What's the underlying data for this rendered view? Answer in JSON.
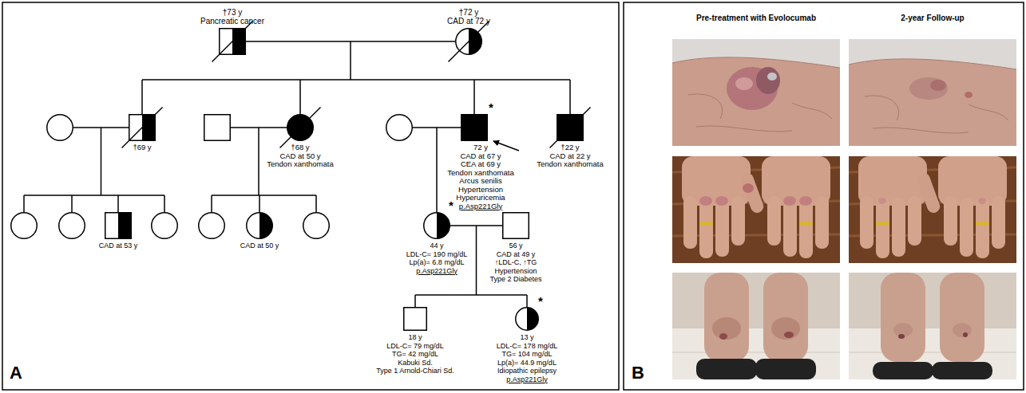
{
  "diagram": {
    "nodes": [
      {
        "text": [
          "†73 y",
          "Pancreatic cancer"
        ]
      },
      {
        "text": [
          "†72 y",
          "CAD at 72 y"
        ]
      },
      {
        "text": [
          "†69 y"
        ]
      },
      {
        "text": [
          "†68 y",
          "CAD at 50 y",
          "Tendon xanthomata"
        ]
      },
      {
        "text": [
          "72 y",
          "CAD at 67 y",
          "CEA at 69 y",
          "Tendon xanthomata",
          "Arcus senilis",
          "Hypertension",
          "Hyperuricemia",
          "p.Asp221Gly"
        ]
      },
      {
        "text": [
          "†22 y",
          "CAD at 22 y",
          "Tendon xanthomata"
        ]
      },
      {
        "text": [
          "CAD at 53 y"
        ]
      },
      {
        "text": [
          "CAD at 50 y"
        ]
      },
      {
        "text": [
          "44 y",
          "LDL-C= 190 mg/dL",
          "Lp(a)= 6.8 mg/dL",
          "p.Asp221Gly"
        ]
      },
      {
        "text": [
          "56 y",
          "CAD at 49 y",
          "↑LDL-C, ↑TG",
          "Hypertension",
          "Type 2 Diabetes"
        ]
      },
      {
        "text": [
          "18 y",
          "LDL-C= 79 mg/dL",
          "TG= 42 mg/dL",
          "Kabuki Sd.",
          "Type 1 Arnold-Chiari Sd."
        ]
      },
      {
        "text": [
          "13 y",
          "LDL-C= 178 mg/dL",
          "TG= 104 mg/dL",
          "Lp(a)= 44.9 mg/dL",
          "Idiopathic epilepsy",
          "p.Asp221Gly"
        ]
      }
    ],
    "edges": [
      {
        "from": 0,
        "to": 1,
        "arrow": "none"
      },
      {
        "from": 8,
        "to": 9,
        "arrow": "none"
      }
    ],
    "labels": [
      "A",
      "B",
      "*",
      "*",
      "*",
      "Pre-treatment with Evolocumab",
      "2-year Follow-up"
    ]
  }
}
